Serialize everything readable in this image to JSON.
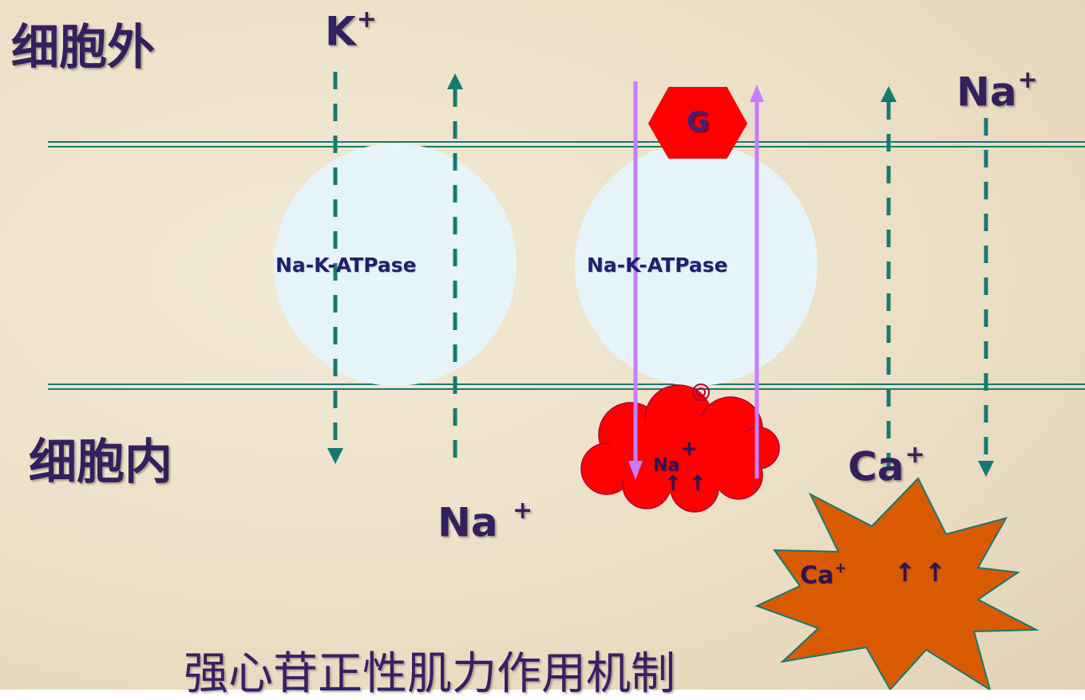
{
  "regions": {
    "outside": "细胞外",
    "inside": "细胞内"
  },
  "ions": {
    "k_top": {
      "base": "K",
      "sup": "+"
    },
    "na_top_right": {
      "base": "Na",
      "sup": "+"
    },
    "na_bottom": {
      "base": "Na ",
      "sup": "+"
    },
    "ca_right": {
      "base": "Ca",
      "sup": "+"
    },
    "cloud_na": {
      "base": "Na",
      "sup": "+"
    },
    "star_ca": {
      "base": "Ca",
      "sup": "+"
    }
  },
  "pumps": [
    {
      "label": "Na-K-ATPase"
    },
    {
      "label": "Na-K-ATPase"
    }
  ],
  "glycoside_label": "G",
  "up_arrows": "↑ ↑",
  "title": "强心苷正性肌力作用机制",
  "colors": {
    "dashed_arrow": "#147a6e",
    "membrane": "#147a6e",
    "pump_fill": "#e6f4fa",
    "g_fill": "#ff0000",
    "cloud_fill": "#ff0000",
    "star_fill": "#d95a00",
    "violet_arrow": "#c77dff",
    "text": "#33205e"
  }
}
